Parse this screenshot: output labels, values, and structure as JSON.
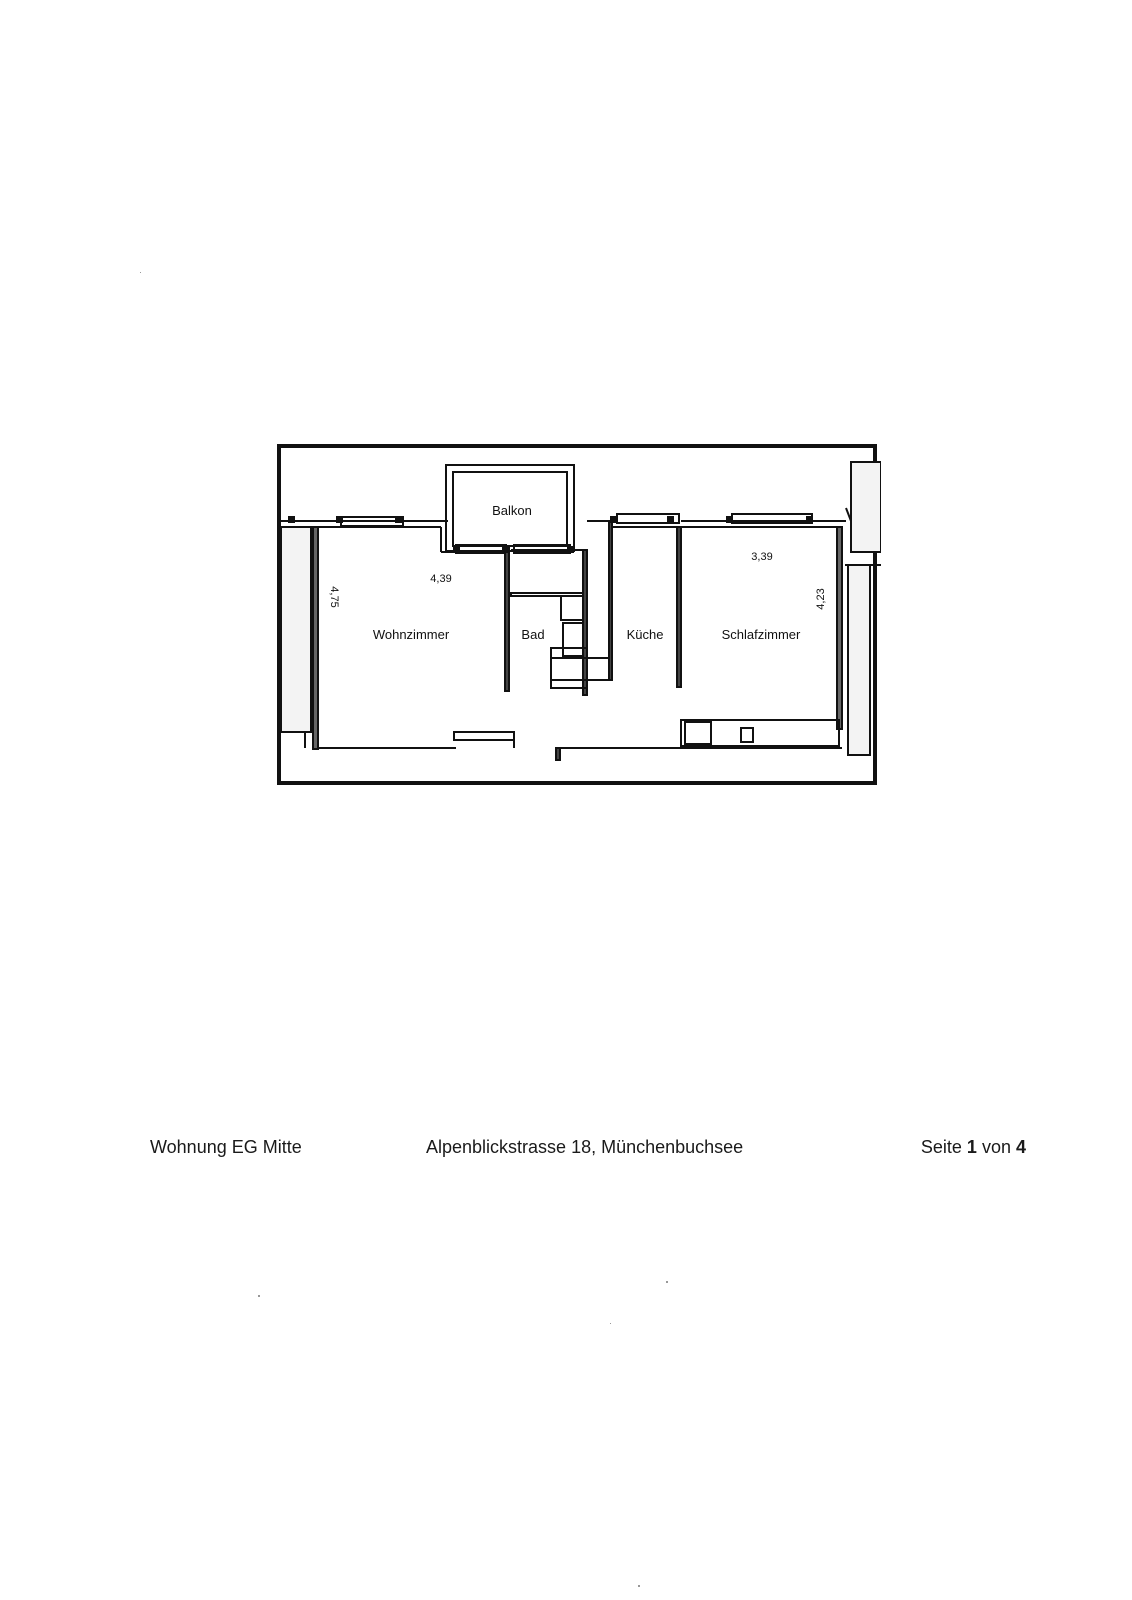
{
  "floorplan": {
    "rooms": {
      "balkon": "Balkon",
      "wohnzimmer": "Wohnzimmer",
      "bad": "Bad",
      "kueche": "Küche",
      "schlafzimmer": "Schlafzimmer"
    },
    "dimensions": {
      "wohnzimmer_width": "4,39",
      "wohnzimmer_depth": "4,75",
      "schlafzimmer_width": "3,39",
      "schlafzimmer_depth": "4,23"
    }
  },
  "footer": {
    "unit": "Wohnung EG Mitte",
    "address": "Alpenblickstrasse 18, Münchenbuchsee",
    "page_prefix": "Seite",
    "page_current": "1",
    "page_separator": "von",
    "page_total": "4"
  }
}
